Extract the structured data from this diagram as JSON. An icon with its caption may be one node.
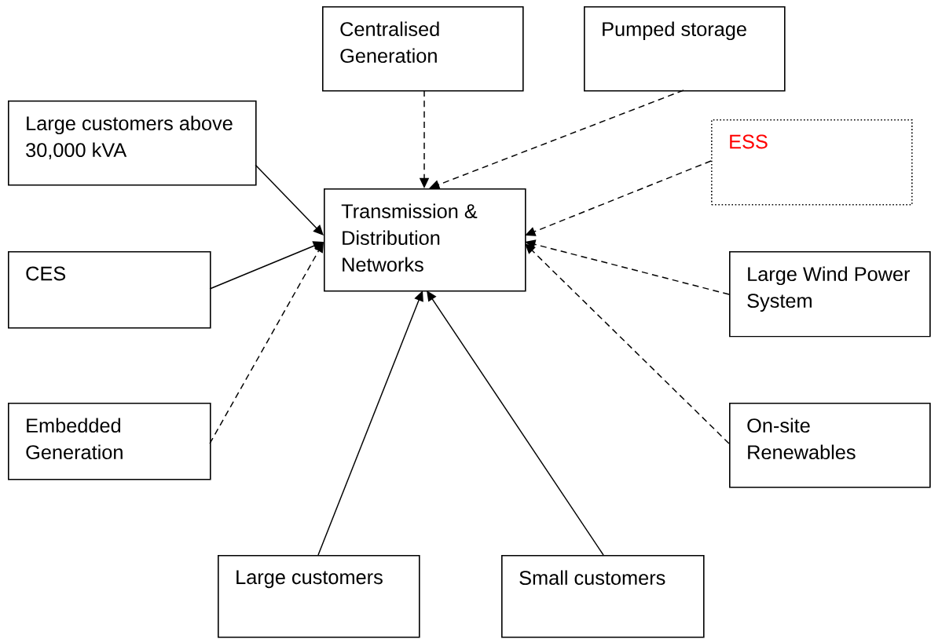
{
  "diagram": {
    "nodes": [
      {
        "text": [
          "Centralised Generation"
        ]
      },
      {
        "text": [
          "Pumped storage"
        ]
      },
      {
        "text": [
          "Large customers above 30,000 kVA"
        ]
      },
      {
        "text": [
          "ESS"
        ]
      },
      {
        "text": [
          "Transmission & Distribution Networks"
        ]
      },
      {
        "text": [
          "CES"
        ]
      },
      {
        "text": [
          "Large Wind Power System"
        ]
      },
      {
        "text": [
          "Embedded Generation"
        ]
      },
      {
        "text": [
          "On-site Renewables"
        ]
      },
      {
        "text": [
          "Large customers"
        ]
      },
      {
        "text": [
          "Small customers"
        ]
      }
    ],
    "edges": [
      {
        "from": 0,
        "to": 4,
        "arrow": "to",
        "style": "dashed"
      },
      {
        "from": 1,
        "to": 4,
        "arrow": "to",
        "style": "dashed"
      },
      {
        "from": 2,
        "to": 4,
        "arrow": "to"
      },
      {
        "from": 3,
        "to": 4,
        "arrow": "to",
        "style": "dashed"
      },
      {
        "from": 5,
        "to": 4,
        "arrow": "to"
      },
      {
        "from": 6,
        "to": 4,
        "arrow": "to",
        "style": "dashed"
      },
      {
        "from": 7,
        "to": 4,
        "arrow": "to",
        "style": "dashed"
      },
      {
        "from": 8,
        "to": 4,
        "arrow": "to",
        "style": "dashed"
      },
      {
        "from": 9,
        "to": 4,
        "arrow": "to"
      },
      {
        "from": 10,
        "to": 4,
        "arrow": "to"
      }
    ]
  }
}
